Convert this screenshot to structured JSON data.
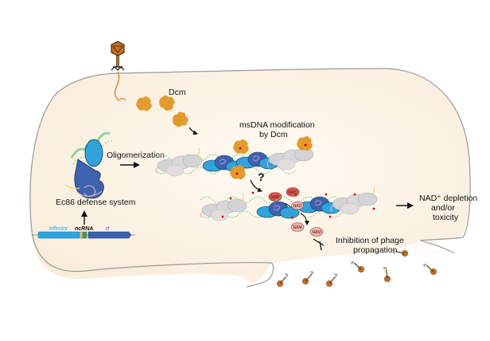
{
  "labels": {
    "dcm": "Dcm",
    "oligomerization": "Oligomerization",
    "msdna_modification_line1": "msDNA modification",
    "msdna_modification_line2": "by Dcm",
    "question_mark": "?",
    "ec86_defense_system": "Ec86 defense system",
    "nad_depletion_line1": "NAD⁺ depletion",
    "nad_depletion_line2": "and/or",
    "nad_depletion_line3": "toxicity",
    "inhibition_line1": "Inhibition of phage",
    "inhibition_line2": "propagation"
  },
  "gene_locus": {
    "effector": "effector",
    "ncrna": "ncRNA",
    "rt": "rt"
  },
  "molecules": {
    "nad_1": "NAD",
    "nad_2": "NAD",
    "nad_bound": "NAD",
    "nam_1": "NAM",
    "nam_2": "NAM"
  },
  "colors": {
    "cell_fill": "#fbf0e0",
    "cell_outline": "#9a9a9a",
    "dcm_orange": "#e39a2c",
    "phage_orange": "#c87020",
    "effector_light_blue": "#2fa4dc",
    "rt_dark_blue": "#3d62ae",
    "dna_green": "#8fd39a",
    "nad_red": "#d9574e",
    "nam_pink": "#eeb3ab",
    "grey_protein": "#d4d4d6"
  }
}
